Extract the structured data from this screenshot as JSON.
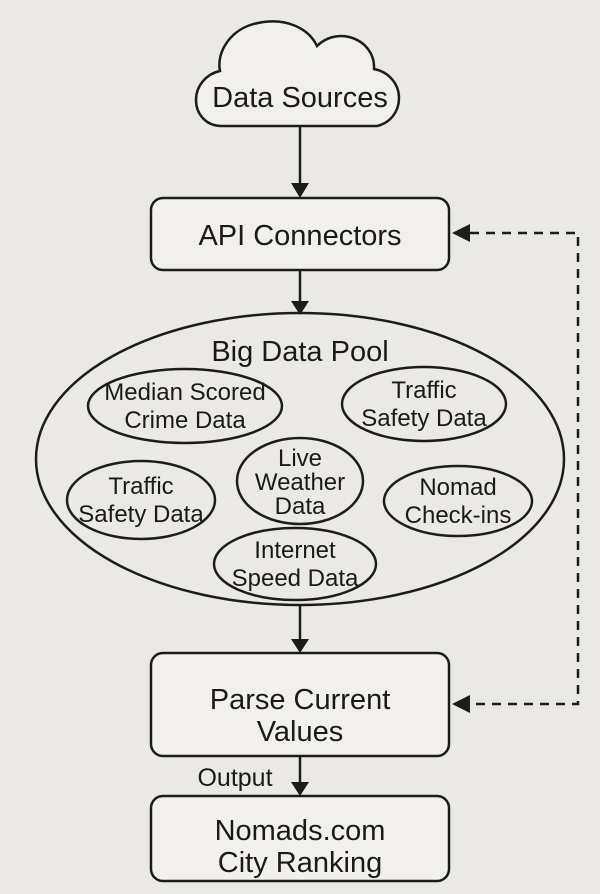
{
  "colors": {
    "background": "#eae9e7",
    "line": "#1d1c1a",
    "node_fill": "#f1f0ee"
  },
  "cloud": {
    "label": "Data Sources"
  },
  "api_box": {
    "label": "API Connectors"
  },
  "pool": {
    "title": "Big Data Pool",
    "items": [
      {
        "id": "median-scored-crime-data",
        "lines": [
          "Median Scored",
          "Crime Data"
        ]
      },
      {
        "id": "traffic-safety-data-upper",
        "lines": [
          "Traffic",
          "Safety Data"
        ]
      },
      {
        "id": "live-weather-data",
        "lines": [
          "Live",
          "Weather",
          "Data"
        ]
      },
      {
        "id": "traffic-safety-data-lower",
        "lines": [
          "Traffic",
          "Safety Data"
        ]
      },
      {
        "id": "nomad-check-ins",
        "lines": [
          "Nomad",
          "Check-ins"
        ]
      },
      {
        "id": "internet-speed-data",
        "lines": [
          "Internet",
          "Speed Data"
        ]
      }
    ]
  },
  "parse_box": {
    "lines": [
      "Parse Current",
      "Values"
    ]
  },
  "edge_labels": {
    "output": "Output"
  },
  "result_box": {
    "lines": [
      "Nomads.com",
      "City Ranking"
    ]
  }
}
